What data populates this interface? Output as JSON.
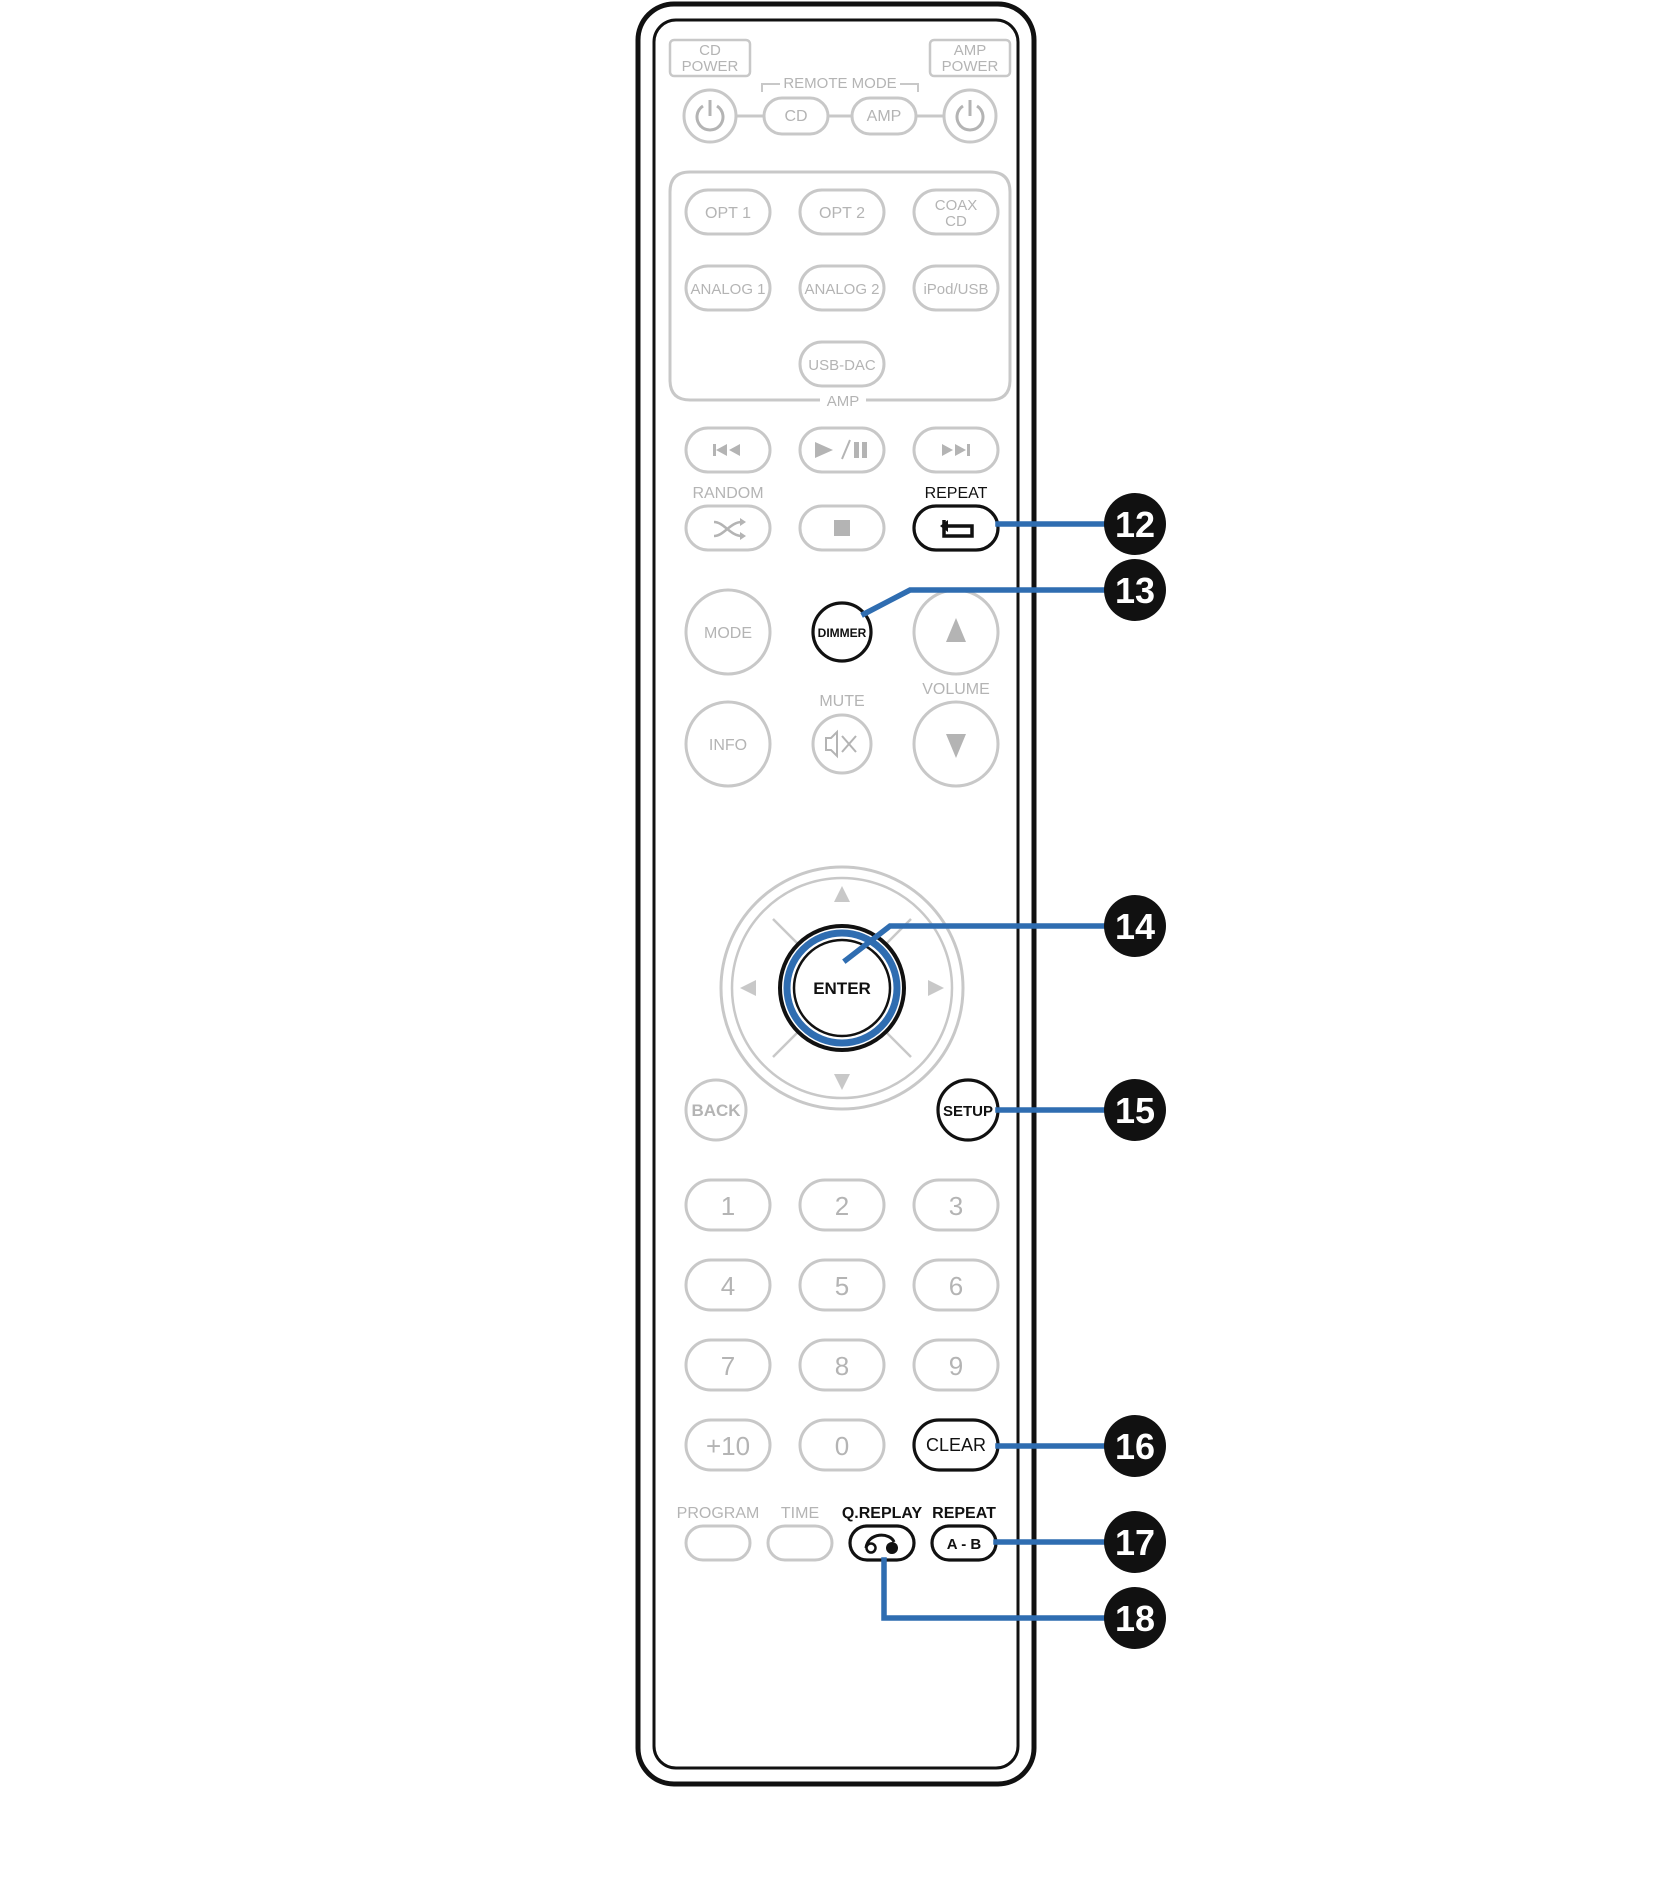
{
  "top": {
    "cd_power": [
      "CD",
      "POWER"
    ],
    "amp_power": [
      "AMP",
      "POWER"
    ],
    "remote_mode": "REMOTE MODE",
    "cd": "CD",
    "amp": "AMP"
  },
  "inputs": {
    "opt1": "OPT 1",
    "opt2": "OPT 2",
    "coax_cd": [
      "COAX",
      "CD"
    ],
    "analog1": "ANALOG 1",
    "analog2": "ANALOG 2",
    "ipod_usb": "iPod/USB",
    "usb_dac": "USB-DAC",
    "group_label": "AMP"
  },
  "transport": {
    "random": "RANDOM",
    "repeat": "REPEAT"
  },
  "middle": {
    "mode": "MODE",
    "dimmer": "DIMMER",
    "volume": "VOLUME",
    "info": "INFO",
    "mute": "MUTE",
    "enter": "ENTER",
    "back": "BACK",
    "setup": "SETUP"
  },
  "keypad": {
    "keys": [
      "1",
      "2",
      "3",
      "4",
      "5",
      "6",
      "7",
      "8",
      "9",
      "+10",
      "0"
    ],
    "clear": "CLEAR"
  },
  "bottom": {
    "program": "PROGRAM",
    "time": "TIME",
    "q_replay": "Q.REPLAY",
    "repeat_ab_label": "REPEAT",
    "repeat_ab_button": "A - B"
  },
  "callouts": [
    "12",
    "13",
    "14",
    "15",
    "16",
    "17",
    "18"
  ],
  "colors": {
    "callout_line": "#2f6db1",
    "callout_marker": "#111111",
    "highlight_outline": "#111111",
    "faded_outline": "#c8c8c8",
    "faded_text": "#b4b4b4"
  }
}
